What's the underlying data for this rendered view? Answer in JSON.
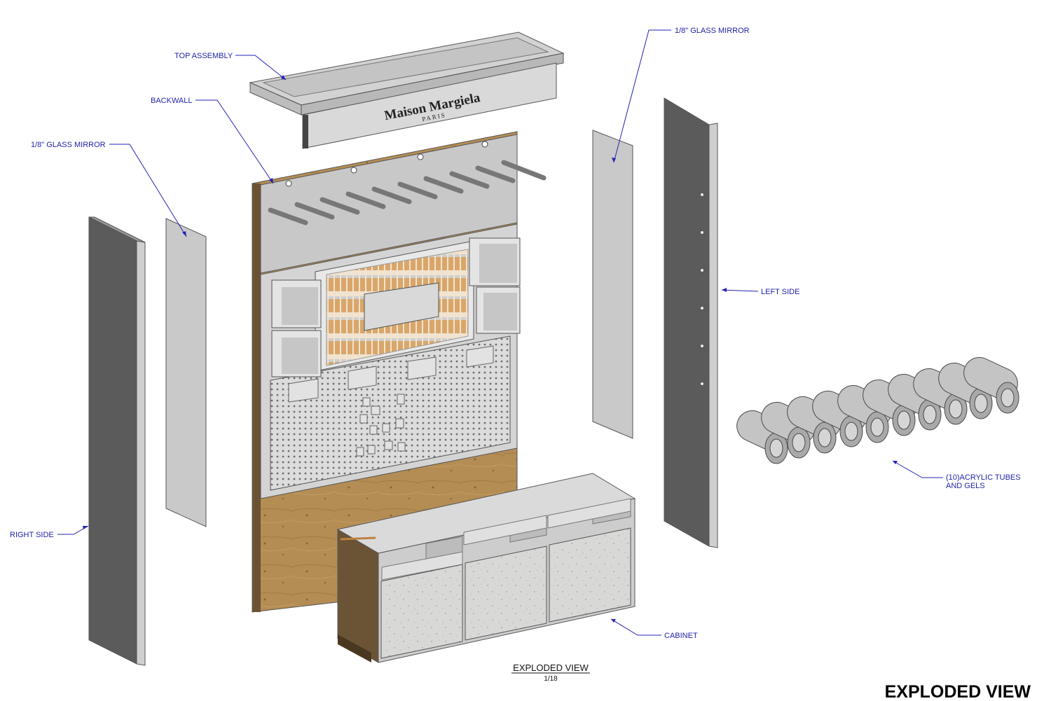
{
  "labels": {
    "top_assembly": "TOP ASSEMBLY",
    "backwall": "BACKWALL",
    "mirror_left": "1/8\" GLASS MIRROR",
    "mirror_right": "1/8\" GLASS MIRROR",
    "left_side": "LEFT SIDE",
    "right_side": "RIGHT SIDE",
    "tubes_line1": "(10)ACRYLIC TUBES",
    "tubes_line2": "AND GELS",
    "cabinet": "CABINET"
  },
  "brand": {
    "name": "Maison Margiela",
    "city": "PARIS"
  },
  "view": {
    "title": "EXPLODED VIEW",
    "scale": "1/18"
  },
  "sheet_title": "EXPLODED VIEW",
  "colors": {
    "callout": "#1f1fa8",
    "panel_dark": "#5b5b5b",
    "panel_light": "#cfcfcf",
    "wood": "#b08a52"
  }
}
